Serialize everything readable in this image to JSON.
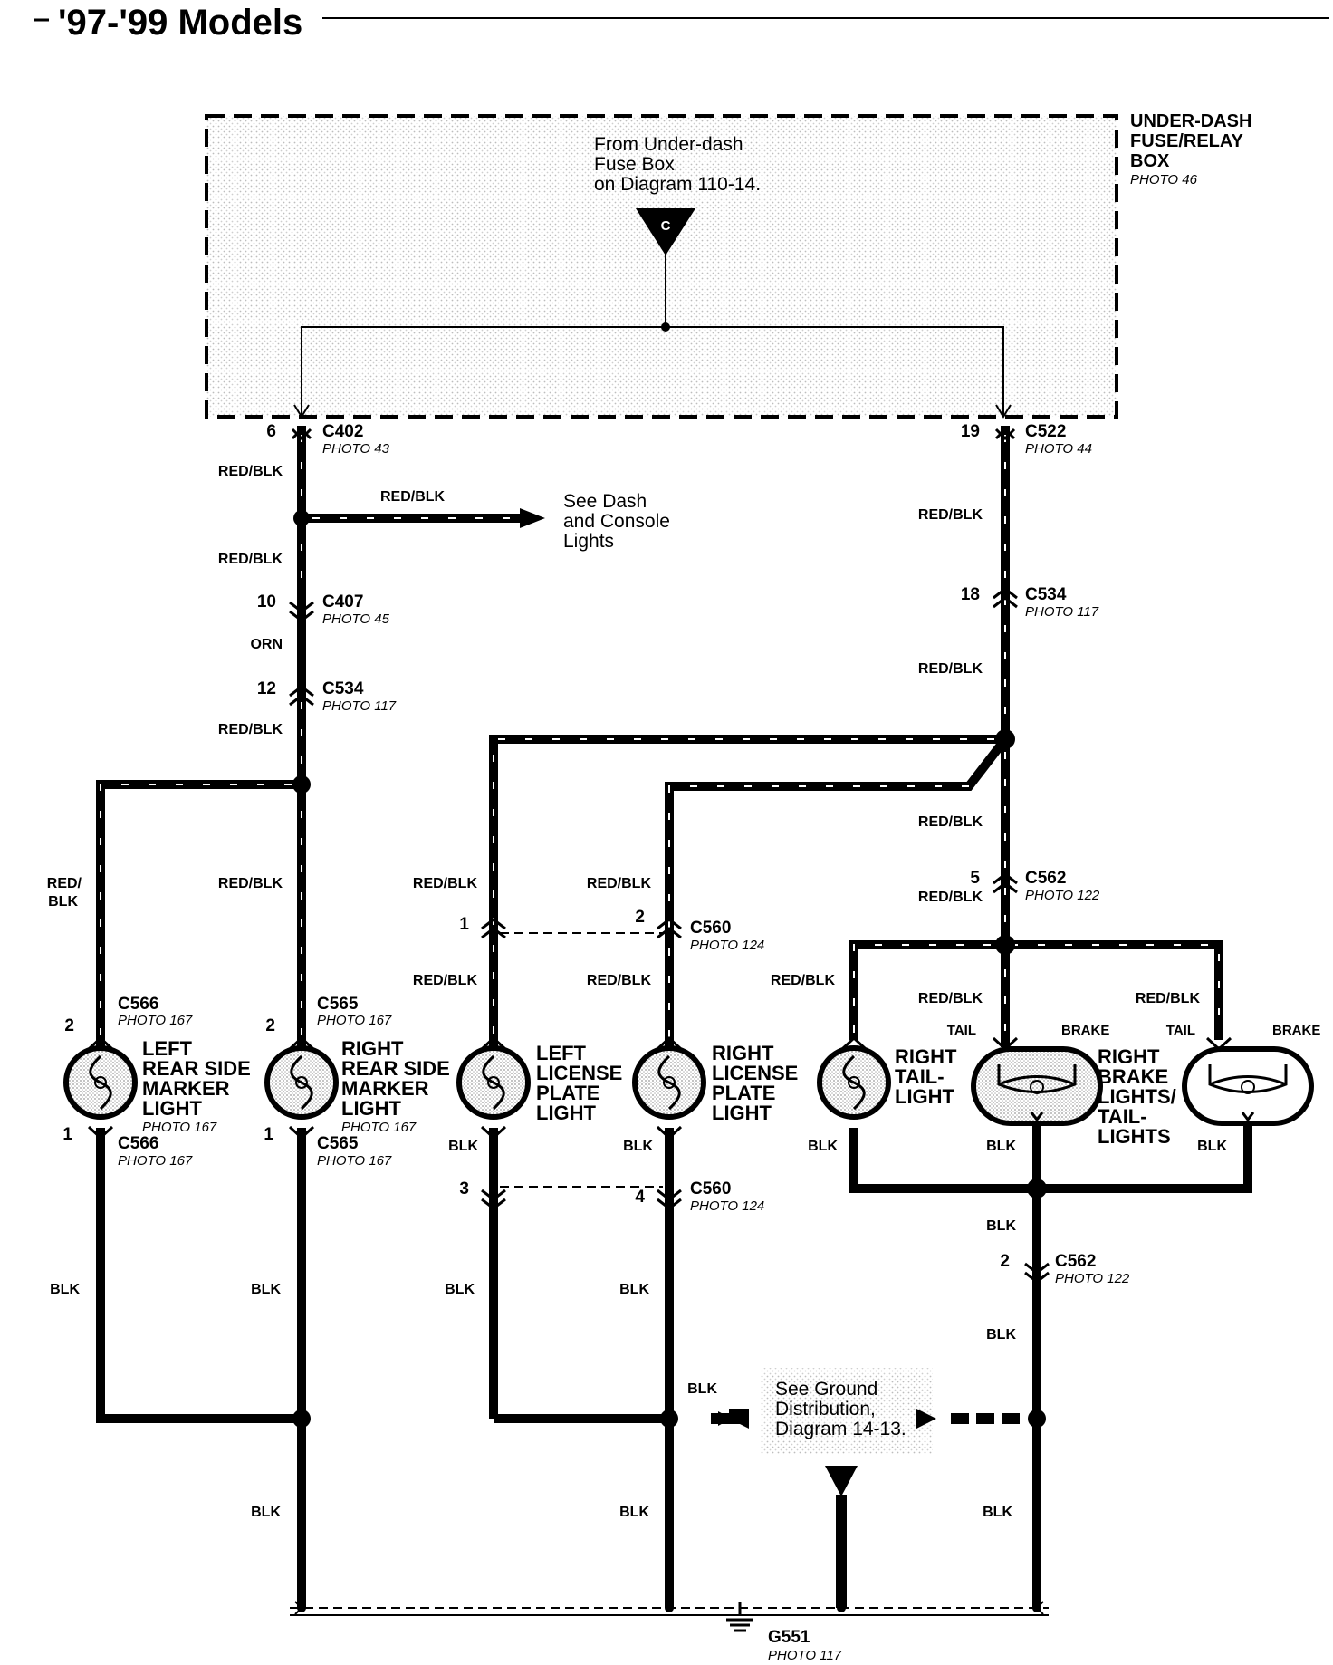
{
  "title": "'97-'99 Models",
  "fuse_box": {
    "line1": "UNDER-DASH",
    "line2": "FUSE/RELAY",
    "line3": "BOX",
    "photo": "PHOTO 46"
  },
  "source_note": {
    "line1": "From Under-dash",
    "line2": "Fuse Box",
    "line3": "on Diagram 110-14."
  },
  "source_marker": "C",
  "dash_note": {
    "line1": "See Dash",
    "line2": "and Console",
    "line3": "Lights"
  },
  "ground_note": {
    "line1": "See Ground",
    "line2": "Distribution,",
    "line3": "Diagram 14-13."
  },
  "connectors": [
    {
      "name": "C402",
      "photo": "PHOTO 43",
      "pin": "6"
    },
    {
      "name": "C522",
      "photo": "PHOTO 44",
      "pin": "19"
    },
    {
      "name": "C407",
      "photo": "PHOTO 45",
      "pin": "10"
    },
    {
      "name": "C534",
      "photo": "PHOTO 117",
      "pin": "12"
    },
    {
      "name": "C534",
      "photo": "PHOTO 117",
      "pin": "18"
    },
    {
      "name": "C562",
      "photo": "PHOTO 122",
      "pin": "5"
    },
    {
      "name": "C560",
      "photo": "PHOTO 124",
      "pin_a": "1",
      "pin_b": "2"
    },
    {
      "name": "C566",
      "photo": "PHOTO 167",
      "pin": "2"
    },
    {
      "name": "C565",
      "photo": "PHOTO 167",
      "pin": "2"
    },
    {
      "name": "C566",
      "photo": "PHOTO 167",
      "pin": "1"
    },
    {
      "name": "C565",
      "photo": "PHOTO 167",
      "pin": "1"
    },
    {
      "name": "C560",
      "photo": "PHOTO 124",
      "pin_a": "3",
      "pin_b": "4"
    },
    {
      "name": "C562",
      "photo": "PHOTO 122",
      "pin": "2"
    }
  ],
  "wire_colors": {
    "rb": "RED/BLK",
    "rb_top": "RED/",
    "rb_bot": "BLK",
    "orn": "ORN",
    "blk": "BLK"
  },
  "components": {
    "left_marker": [
      "LEFT",
      "REAR SIDE",
      "MARKER",
      "LIGHT"
    ],
    "right_marker": [
      "RIGHT",
      "REAR SIDE",
      "MARKER",
      "LIGHT"
    ],
    "left_license": [
      "LEFT",
      "LICENSE",
      "PLATE",
      "LIGHT"
    ],
    "right_license": [
      "RIGHT",
      "LICENSE",
      "PLATE",
      "LIGHT"
    ],
    "right_tail": [
      "RIGHT",
      "TAIL-",
      "LIGHT"
    ],
    "brake": [
      "RIGHT",
      "BRAKE",
      "LIGHTS/",
      "TAIL-",
      "LIGHTS"
    ],
    "marker_photo": "PHOTO 167",
    "tail_label": "TAIL",
    "brake_label": "BRAKE"
  },
  "ground": {
    "name": "G551",
    "photo": "PHOTO 117"
  }
}
